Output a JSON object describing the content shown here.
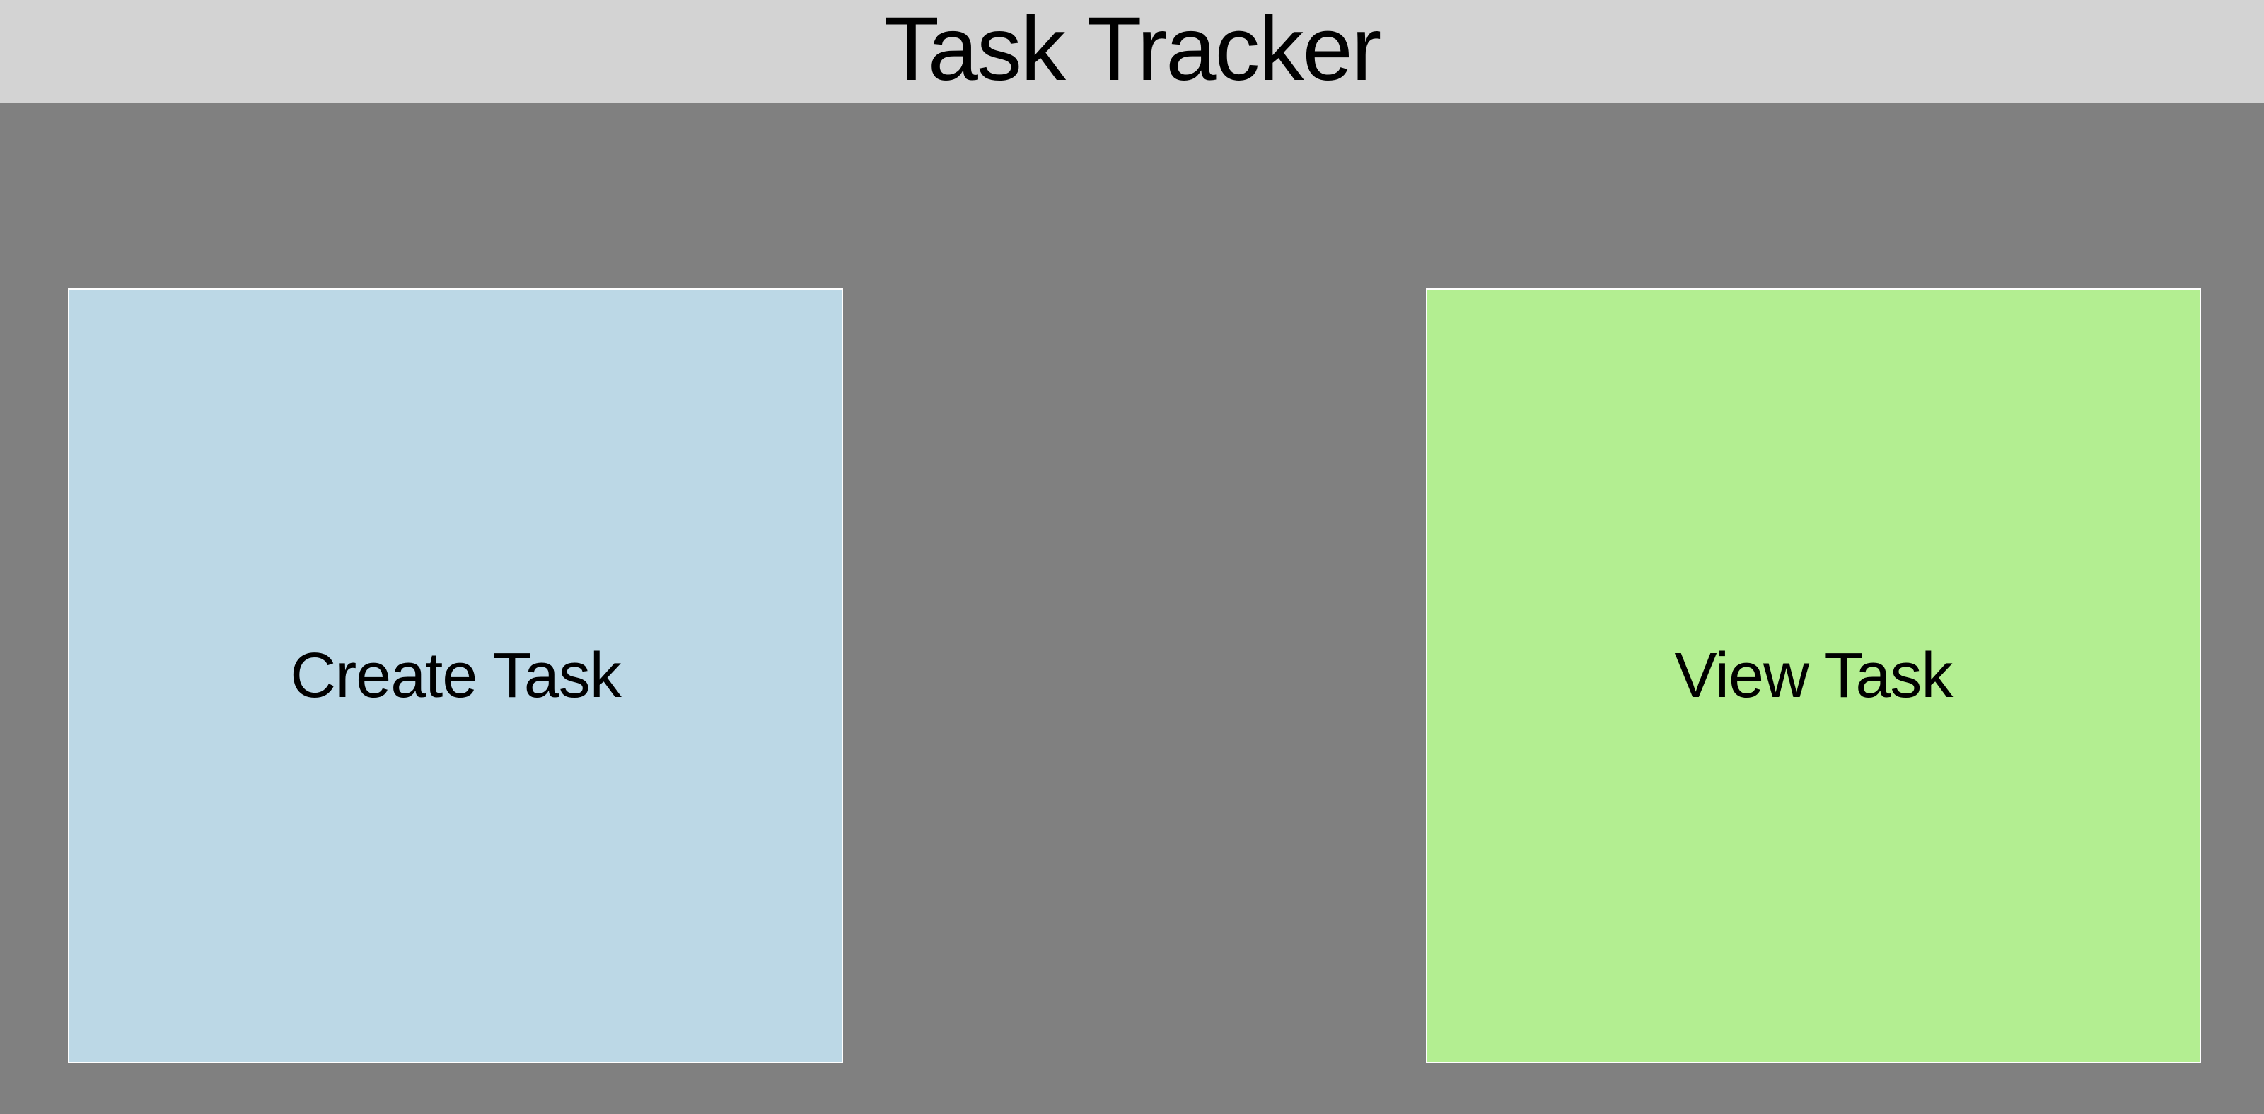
{
  "header": {
    "title": "Task Tracker"
  },
  "tiles": [
    {
      "label": "Create Task",
      "color": "#bcd8e6"
    },
    {
      "label": "View Task",
      "color": "#b3ee91"
    }
  ],
  "colors": {
    "header_bg": "#d3d3d3",
    "page_bg": "#808080",
    "tile_border": "#ffffff"
  }
}
